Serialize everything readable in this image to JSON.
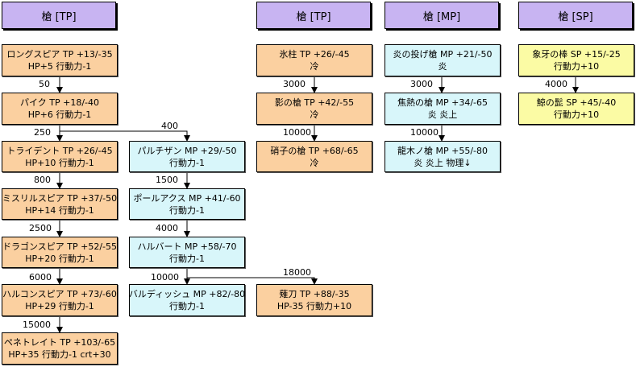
{
  "headers": {
    "col1": "槍 [TP]",
    "col3": "槍 [TP]",
    "col4": "槍 [MP]",
    "col5": "槍 [SP]"
  },
  "nodes": {
    "longspear": {
      "line1": "ロングスピア TP +13/-35",
      "line2": "HP+5 行動力-1"
    },
    "pike": {
      "line1": "パイク TP +18/-40",
      "line2": "HP+6 行動力-1"
    },
    "trident": {
      "line1": "トライデント TP +26/-45",
      "line2": "HP+10 行動力-1"
    },
    "mithril": {
      "line1": "ミスリルスピア TP +37/-50",
      "line2": "HP+14 行動力-1"
    },
    "dragon": {
      "line1": "ドラゴンスピア TP +52/-55",
      "line2": "HP+20 行動力-1"
    },
    "harukon": {
      "line1": "ハルコンスピア TP +73/-60",
      "line2": "HP+29 行動力-1"
    },
    "penetrate": {
      "line1": "ペネトレイト TP +103/-65",
      "line2": "HP+35 行動力-1 crt+30"
    },
    "partisan": {
      "line1": "パルチザン MP +29/-50",
      "line2": "行動力-1"
    },
    "poleaxe": {
      "line1": "ポールアクス MP +41/-60",
      "line2": "行動力-1"
    },
    "halberd": {
      "line1": "ハルバート MP +58/-70",
      "line2": "行動力-1"
    },
    "bardiche": {
      "line1": "バルディッシュ MP +82/-80",
      "line2": "行動力-1"
    },
    "naginata": {
      "line1": "薙刀 TP +88/-35",
      "line2": "HP-35 行動力+10"
    },
    "icicle": {
      "line1": "氷柱 TP +26/-45",
      "line2": "冷"
    },
    "shadow": {
      "line1": "影の槍 TP +42/-55",
      "line2": "冷"
    },
    "glass": {
      "line1": "硝子の槍 TP +68/-65",
      "line2": "冷"
    },
    "flamethrow": {
      "line1": "炎の投げ槍 MP +21/-50",
      "line2": "炎"
    },
    "scorch": {
      "line1": "焦熱の槍 MP +34/-65",
      "line2": "炎 炎上"
    },
    "dragonwood": {
      "line1": "龍木ノ槍 MP +55/-80",
      "line2": "炎 炎上 物理↓"
    },
    "ivory": {
      "line1": "象牙の棒 SP +15/-25",
      "line2": "行動力+10"
    },
    "whale": {
      "line1": "鯨の髭 SP +45/-40",
      "line2": "行動力+10"
    }
  },
  "costs": {
    "c50": "50",
    "c250": "250",
    "c400": "400",
    "c800": "800",
    "c1500": "1500",
    "c2500": "2500",
    "c4000a": "4000",
    "c6000": "6000",
    "c10000a": "10000",
    "c18000": "18000",
    "c15000": "15000",
    "c3000a": "3000",
    "c10000b": "10000",
    "c3000b": "3000",
    "c10000c": "10000",
    "c4000b": "4000"
  },
  "colors": {
    "header": "#c8b4f2",
    "tp_node": "#fbd0a0",
    "mp_node": "#d8f6fa",
    "sp_node": "#fbfba4"
  }
}
